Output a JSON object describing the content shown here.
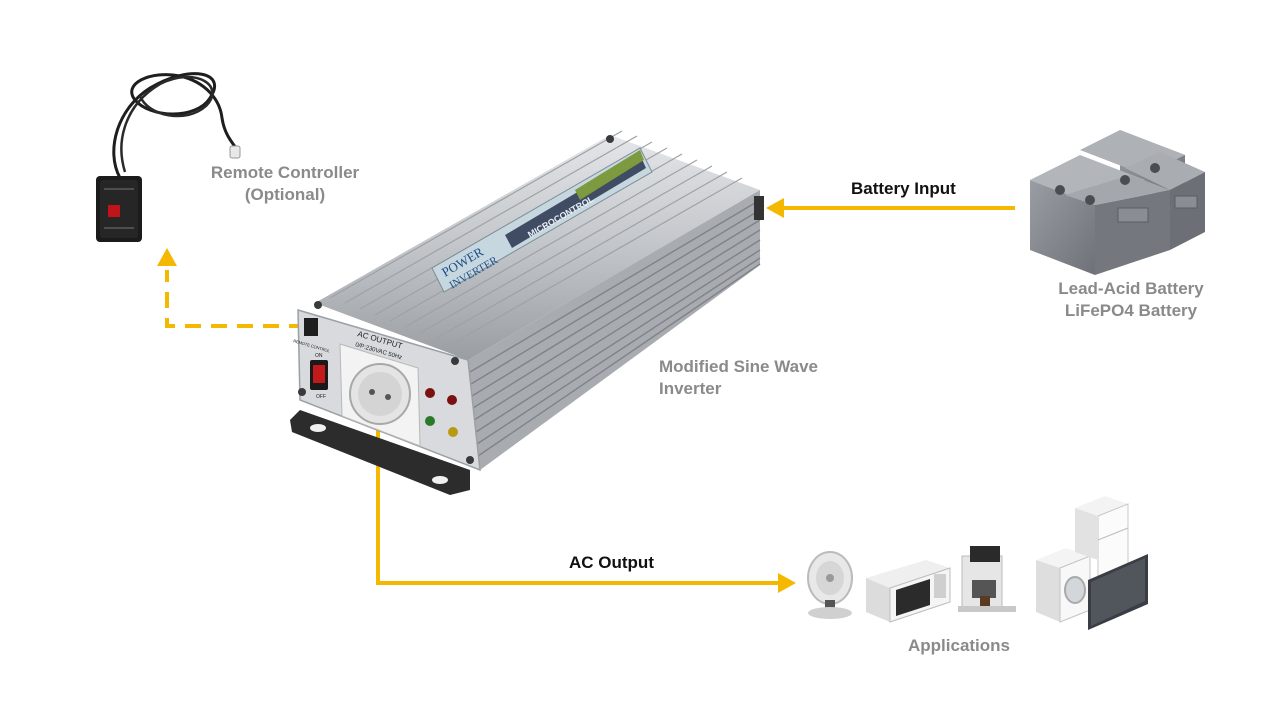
{
  "labels": {
    "remote_line1": "Remote Controller",
    "remote_line2": "(Optional)",
    "battery_input": "Battery Input",
    "battery_line1": "Lead-Acid Battery",
    "battery_line2": "LiFePO4 Battery",
    "inverter_line1": "Modified Sine Wave",
    "inverter_line2": "Inverter",
    "ac_output": "AC Output",
    "applications": "Applications"
  },
  "device_text": {
    "brand_line1": "POWER",
    "brand_line2": "INVERTER",
    "model": "MICROCONTROL",
    "ac_output": "AC OUTPUT",
    "ac_rating": "0/P:230VAC 50Hz",
    "switch_on": "ON",
    "switch_off": "OFF",
    "remote_control": "REMOTE CONTROL"
  },
  "colors": {
    "arrow": "#f5b800",
    "label_grey": "#8a8a8a",
    "label_dark": "#111111",
    "inverter_body": "#c9ccd0",
    "battery_body": "#7d8187"
  },
  "icons": [
    "remote-controller-icon",
    "inverter-icon",
    "battery-pack-icon",
    "fan-icon",
    "microwave-icon",
    "coffee-machine-icon",
    "washing-machine-icon",
    "refrigerator-icon",
    "tv-icon"
  ]
}
